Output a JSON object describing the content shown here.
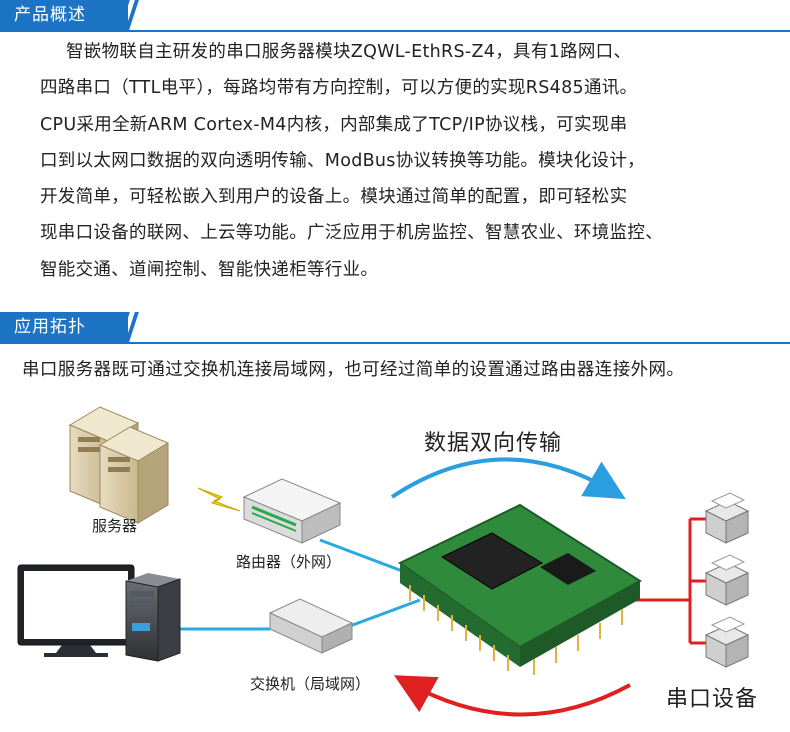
{
  "overview": {
    "title": "产品概述",
    "lines": [
      "智嵌物联自主研发的串口服务器模块ZQWL-EthRS-Z4，具有1路网口、",
      "四路串口（TTL电平），每路均带有方向控制，可以方便的实现RS485通讯。",
      "CPU采用全新ARM Cortex-M4内核，内部集成了TCP/IP协议栈，可实现串",
      "口到以太网口数据的双向透明传输、ModBus协议转换等功能。模块化设计，",
      "开发简单，可轻松嵌入到用户的设备上。模块通过简单的配置，即可轻松实",
      "现串口设备的联网、上云等功能。广泛应用于机房监控、智慧农业、环境监控、",
      "智能交通、道闸控制、智能快递柜等行业。"
    ]
  },
  "topology": {
    "title": "应用拓扑",
    "intro": "串口服务器既可通过交换机连接局域网，也可经过简单的设置通过路由器连接外网。",
    "labels": {
      "server": "服务器",
      "router": "路由器（外网）",
      "switch": "交换机（局域网）",
      "bidirectional": "数据双向传输",
      "serial_devices": "串口设备"
    }
  },
  "colors": {
    "accent": "#1e74c4",
    "arrow_blue": "#2a9ee0",
    "arrow_red": "#e02020",
    "pcb_green": "#2f8a3c"
  }
}
